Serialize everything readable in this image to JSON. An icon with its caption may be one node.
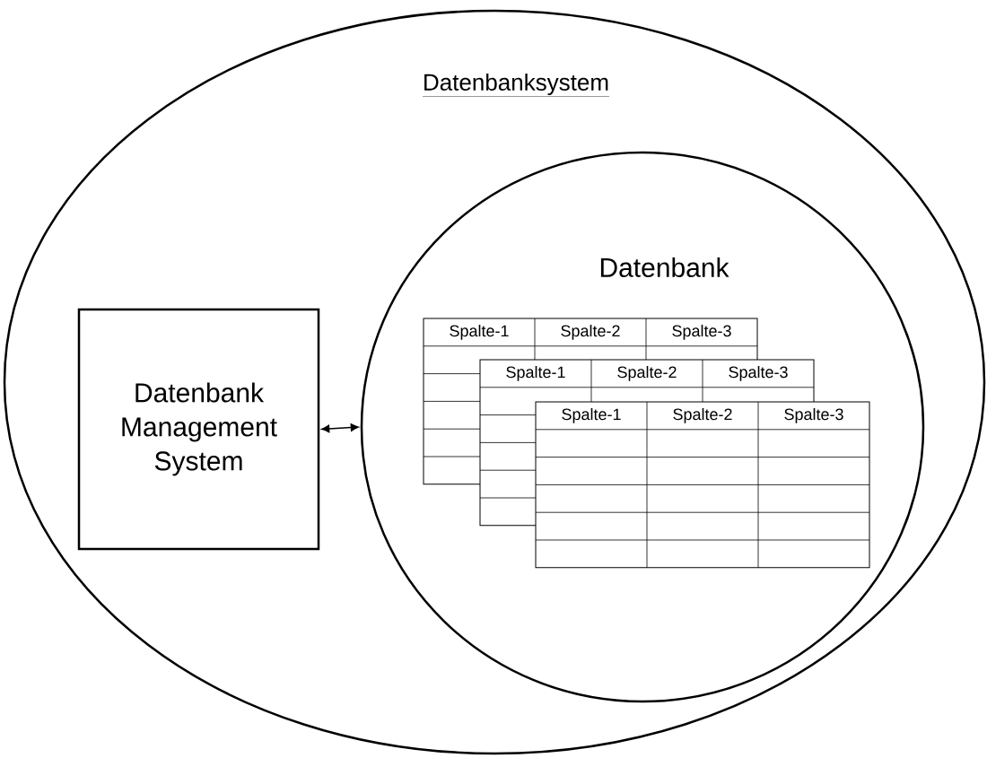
{
  "diagram": {
    "nodes": [
      {
        "text": [
          "Datenbanksystem"
        ]
      },
      {
        "text": [
          "Datenbank Management System"
        ],
        "in": 0
      },
      {
        "text": [
          "Datenbank"
        ],
        "in": 0
      },
      {
        "text": [
          "Spalte-1",
          "Spalte-2",
          "Spalte-3"
        ],
        "in": 2
      },
      {
        "text": [
          "Spalte-1",
          "Spalte-2",
          "Spalte-3"
        ],
        "in": 2
      },
      {
        "text": [
          "Spalte-1",
          "Spalte-2",
          "Spalte-3"
        ],
        "in": 2
      }
    ],
    "edges": [
      {
        "from": 1,
        "to": 2,
        "arrow": "both"
      }
    ]
  }
}
